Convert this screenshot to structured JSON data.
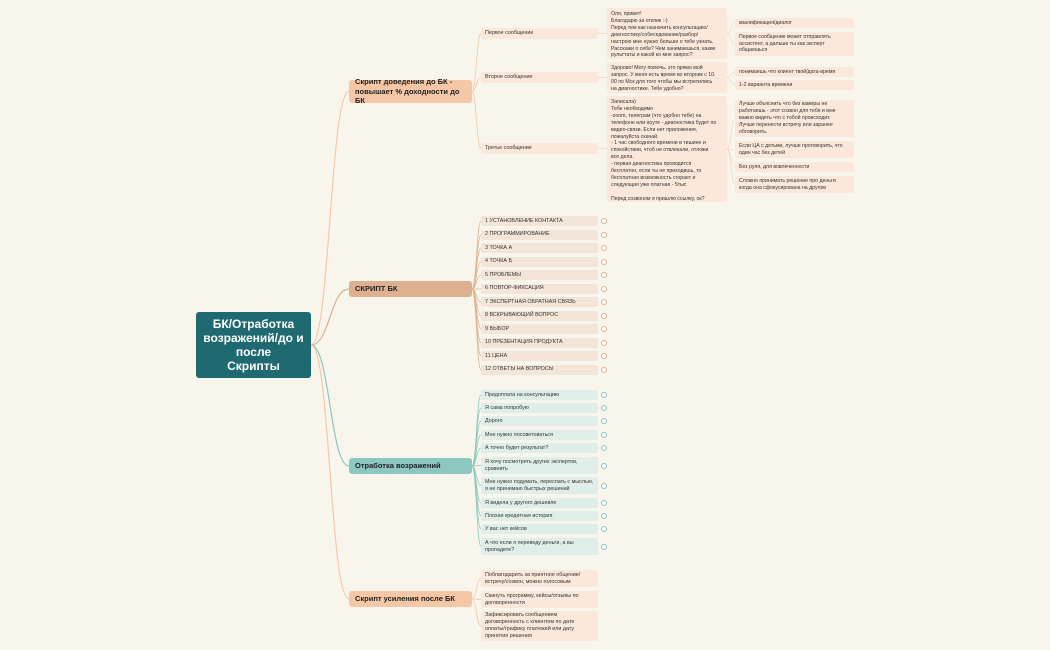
{
  "colors": {
    "background": "#f8f6ec",
    "root": "#1e6a70",
    "scripts_orange": "#f6c7a6",
    "scripts_orange_light": "#fbe8db",
    "bk_brown": "#ddb190",
    "bk_light": "#f3e6d9",
    "objections_teal": "#8cc7c0",
    "objections_light": "#dfeee8"
  },
  "root": {
    "label": "БК/Отработка\nвозражений/до и\nпосле\nСкрипты"
  },
  "branches": [
    {
      "label": "Скрипт доведения до БК -\nповышает % доходности до БК",
      "children": [
        {
          "label": "Первое сообщение",
          "detail": "Оля, привет!\nБлагодарю за отклик :-)\nПеред тем как назначить консультацию/\nдиагностику/собеседование/разбор/\nнастрою мне нужно больше о тебе узнать.\nРасскажи о себе? Чем занимаешься, какие\nрульттаты и какой ко мне запрос?",
          "subs": [
            "квалификация/диалог",
            "Первое сообщение может отправлять\nассистент, а дальше ты как эксперт\nобщаешься"
          ]
        },
        {
          "label": "Второе сообщение",
          "detail": "Здорово! Могу помочь, это прямо мой\nзапрос. У меня есть время во вторник с 10.\n00 по Мск для того чтобы мы встретились\nна диагностике. Тебе удобно?",
          "subs": [
            "понимаешь что клиент твой/дата-время",
            "1-2 варианта времени"
          ]
        },
        {
          "label": "Третье сообщение",
          "detail": "Записала)\n Тебе необходимо\n-zoom, телеграм (что удобно тебе) на\nтелефоне или ноуте - диагностика будет по\nвидео-связи. Если нет приложения,\nпожалуйста скачай.\n- 1 час свободного времени в тишине и\nспокойствии, чтоб не отвлекали, отложи\nвсе дела.\n- первая диагностика проводится\nбесплатно, если ты не приходишь, то\nбесплатная возможность сгорает и\nследующая уже платная - 5тыс\n\nПеред созвоном я пришлю ссылку, ок?",
          "subs": [
            "Лучше объяснить что без камеры не\nработаешь - этот созвон для тебя и мне\nважно видеть что с тобой происходит.\nЛучше перенести встречу или заранее\nобговорить.",
            "Если ЦА с детьми, лучше проговорить, что\nодин час без детей",
            "Без руля, для вовлеченности",
            "Сложно принимать решение про деньги\nкогда она сфокусирована на другом"
          ]
        }
      ]
    },
    {
      "label": "СКРИПТ БК",
      "children": [
        {
          "label": "1 УСТАНОВЛЕНИЕ КОНТАКТА"
        },
        {
          "label": "2 ПРОГРАММИРОВАНИЕ"
        },
        {
          "label": "3 ТОЧКА А"
        },
        {
          "label": "4 ТОЧКА Б"
        },
        {
          "label": "5 ПРОБЛЕМЫ"
        },
        {
          "label": "6 ПОВТОР-ФИКСАЦИЯ"
        },
        {
          "label": "7 ЭКСПЕРТНАЯ ОБРАТНАЯ СВЯЗЬ"
        },
        {
          "label": "8 ВСКРЫВАЮЩИЙ ВОПРОС"
        },
        {
          "label": "9 ВЫБОР"
        },
        {
          "label": "10 ПРЕЗЕНТАЦИЯ ПРОДУКТА"
        },
        {
          "label": "11 ЦЕНА"
        },
        {
          "label": "12 ОТВЕТЫ НА ВОПРОСЫ"
        }
      ]
    },
    {
      "label": "Отработка возражений",
      "children": [
        {
          "label": "Предоплата на консультацию"
        },
        {
          "label": "Я сама попробую"
        },
        {
          "label": "Дорого"
        },
        {
          "label": "Мне нужно посоветоваться"
        },
        {
          "label": "А точно будет результат?"
        },
        {
          "label": "Я хочу посмотреть других экспертов,\nсравнить"
        },
        {
          "label": "Мне нужно подумать, переспать с мыслью,\nя не принимаю быстрых решений"
        },
        {
          "label": "Я видела у другого дешевле"
        },
        {
          "label": "Плохая кредитная история"
        },
        {
          "label": "У вас нет кейсов"
        },
        {
          "label": "А что если я переведу деньги, а вы\nпропадете?"
        }
      ]
    },
    {
      "label": "Скрипт усиления после БК",
      "children": [
        {
          "label": "Поблагодарить за приятное общение/\nвстречу/созвон, можно голосовым"
        },
        {
          "label": "Скинуть программу, кейсы/отзывы по\nдоговоренности"
        },
        {
          "label": "Зафиксировать сообщением\nдоговоренность с клиентом по дате\nоплаты/графику платежей или дату\nпринятия решения"
        }
      ]
    }
  ]
}
